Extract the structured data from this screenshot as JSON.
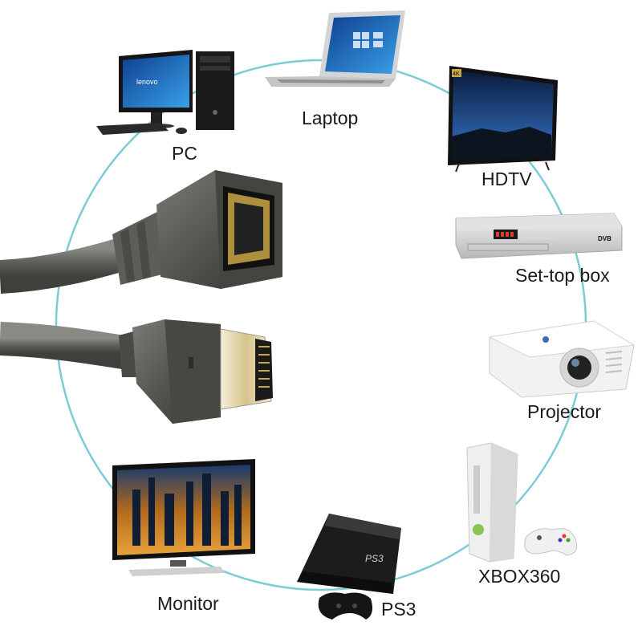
{
  "devices": {
    "pc": "PC",
    "laptop": "Laptop",
    "hdtv": "HDTV",
    "settop": "Set-top box",
    "projector": "Projector",
    "xbox": "XBOX360",
    "ps3": "PS3",
    "monitor": "Monitor"
  },
  "logos": {
    "pc_screen": "lenovo",
    "tv_badge": "4K",
    "dvb": "DVB",
    "ps3": "PS3"
  },
  "colors": {
    "ring": "#7cccd6",
    "cable": "#6b6b66",
    "connector_gold": "#c9a646",
    "label": "#1a1a1a"
  }
}
